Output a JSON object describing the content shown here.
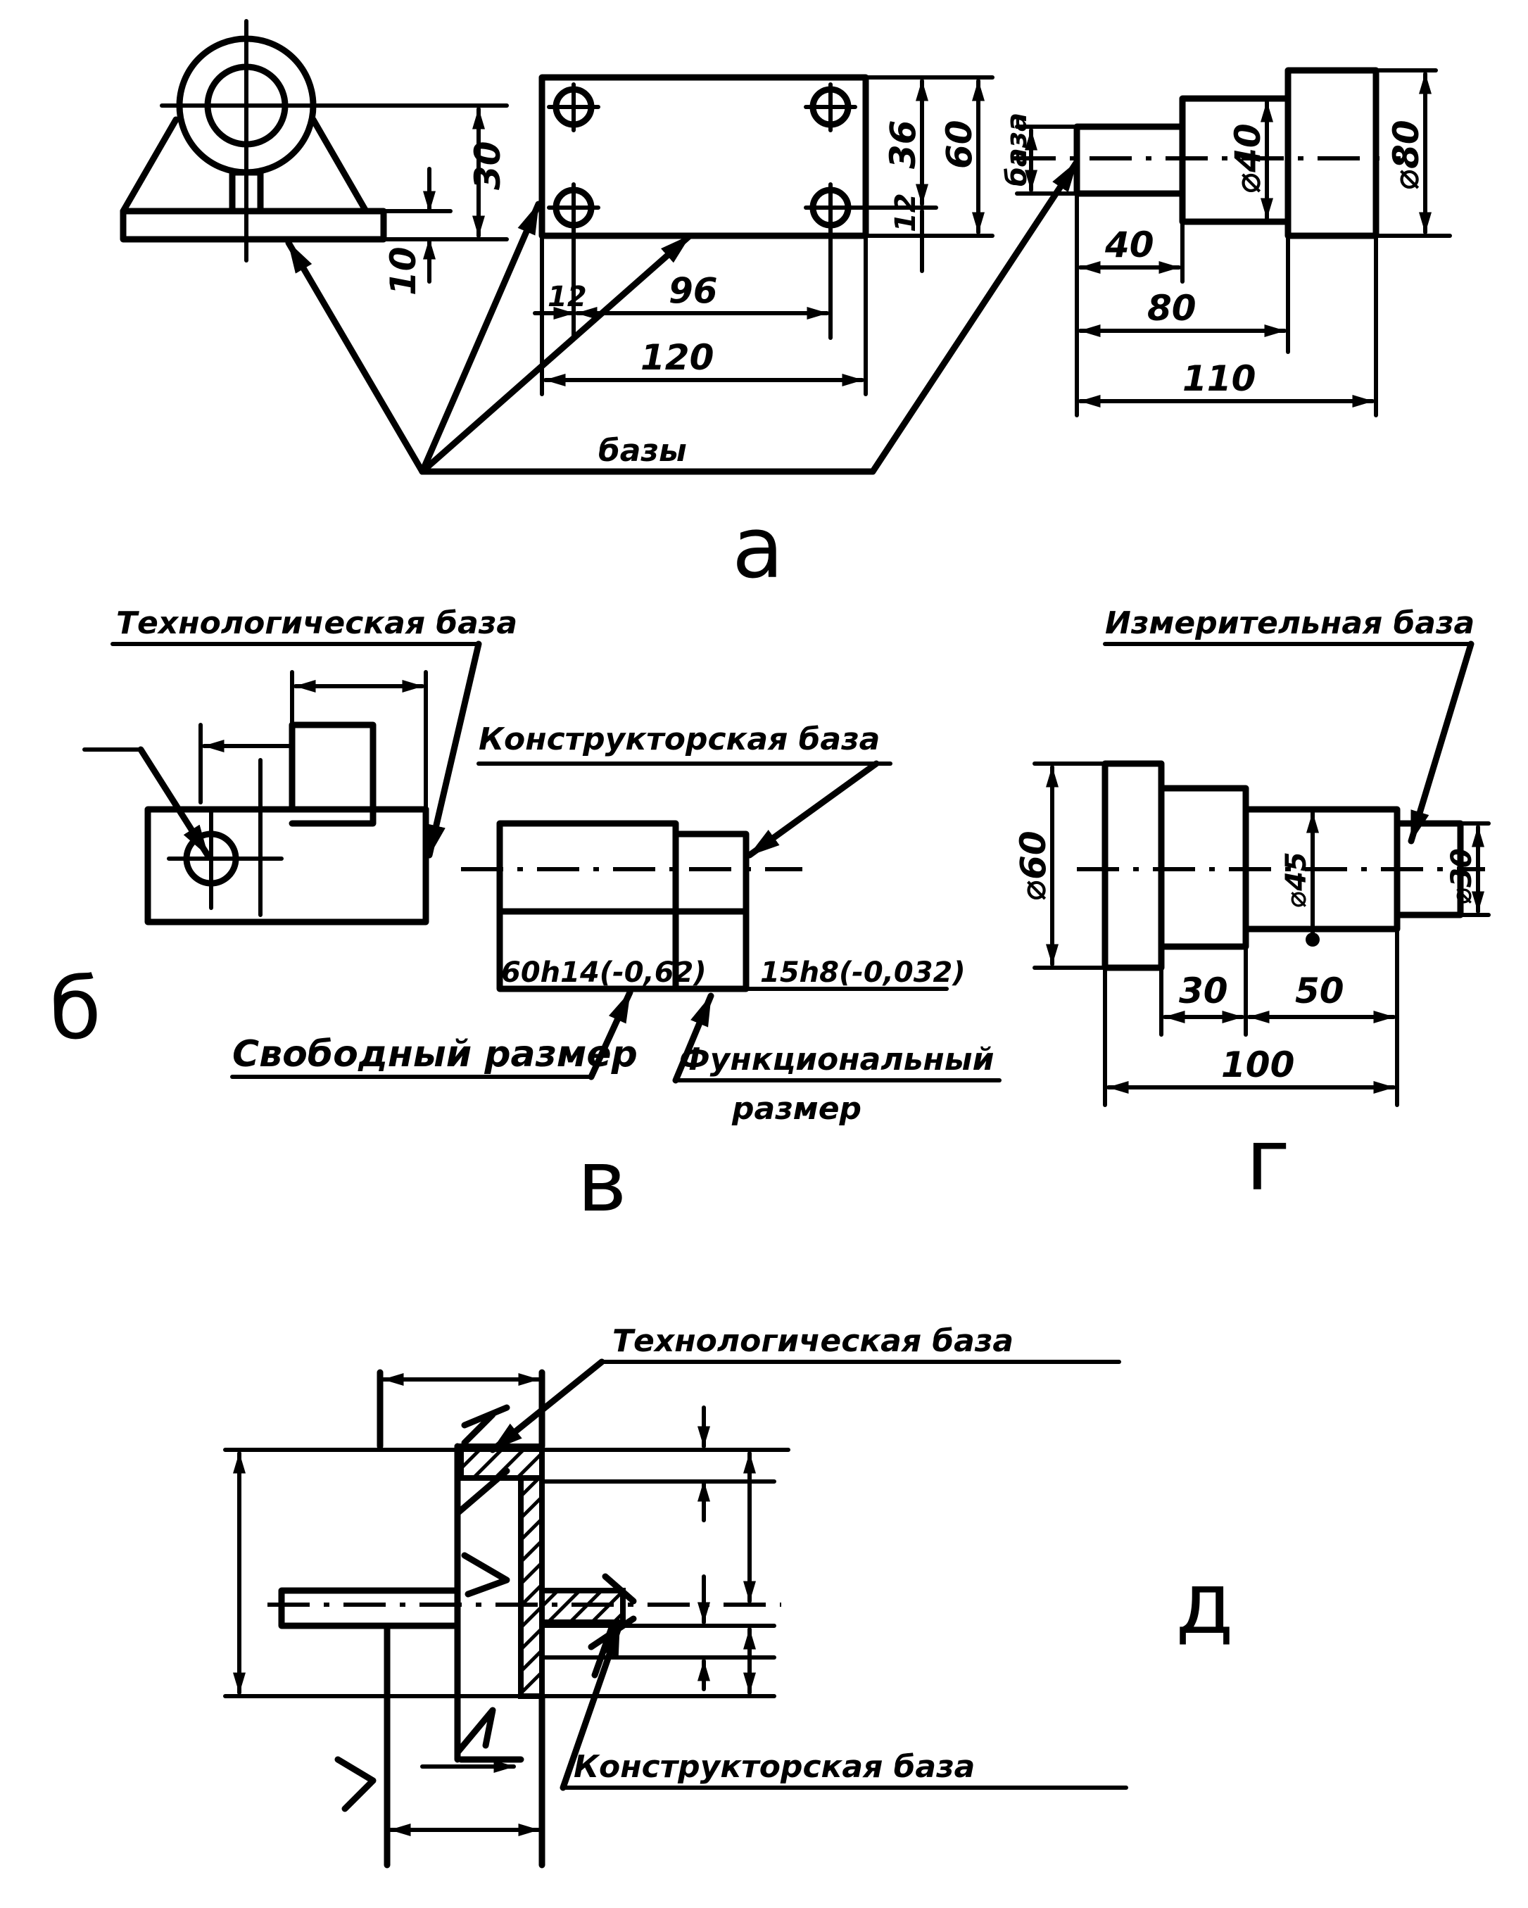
{
  "panel_a": {
    "dims": {
      "d30": "30",
      "d10": "10",
      "d36": "36",
      "d60": "60",
      "d12v": "12",
      "d12h": "12",
      "d96": "96",
      "d120": "120",
      "d_baza": "база",
      "d_phi40": "⌀40",
      "d_phi80": "⌀80",
      "d40": "40",
      "d80": "80",
      "d110": "110"
    },
    "bases_label": "базы",
    "letter": "а"
  },
  "panel_b": {
    "tech_base_label": "Технологическая база",
    "letter": "б"
  },
  "panel_v": {
    "constr_base_label": "Конструкторская база",
    "dim_free": "60h14(-0,62)",
    "dim_func": "15h8(-0,032)",
    "free_size_label": "Свободный размер",
    "func_size_label_1": "Функциональный",
    "func_size_label_2": "размер",
    "letter": "в"
  },
  "panel_g": {
    "meas_base_label": "Измерительная база",
    "dim_phi60": "⌀60",
    "dim_phi45": "⌀45",
    "dim_phi30": "⌀30",
    "dim30": "30",
    "dim50": "50",
    "dim100": "100",
    "letter": "г"
  },
  "panel_d": {
    "tech_base_label": "Технологическая база",
    "constr_base_label": "Конструкторская база",
    "letter": "д"
  }
}
